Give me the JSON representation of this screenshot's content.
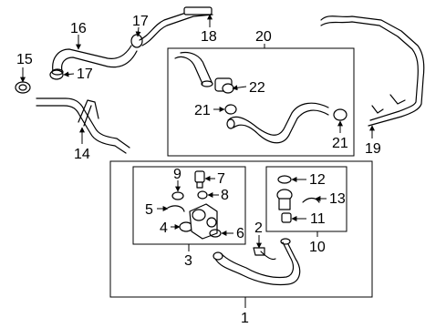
{
  "callouts": {
    "c1": "1",
    "c2": "2",
    "c3": "3",
    "c4": "4",
    "c5": "5",
    "c6": "6",
    "c7": "7",
    "c8": "8",
    "c9": "9",
    "c10": "10",
    "c11": "11",
    "c12": "12",
    "c13": "13",
    "c14": "14",
    "c15": "15",
    "c16": "16",
    "c17a": "17",
    "c17b": "17",
    "c18": "18",
    "c19": "19",
    "c20": "20",
    "c21a": "21",
    "c21b": "21",
    "c22": "22"
  }
}
